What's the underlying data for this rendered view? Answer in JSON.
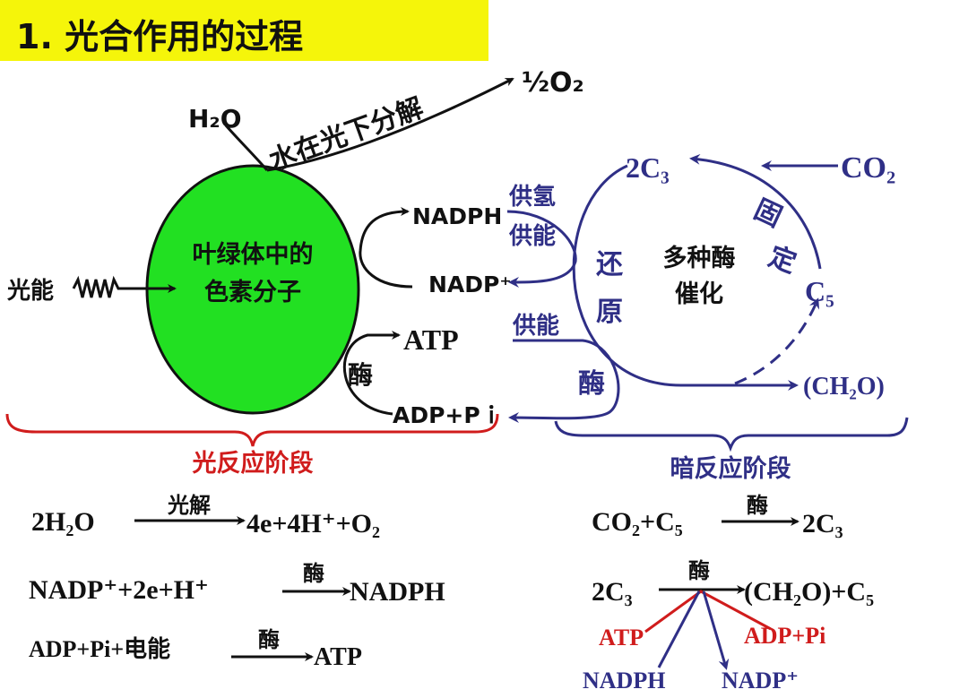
{
  "title": "1. 光合作用的过程",
  "colors": {
    "highlight": "#f5f50a",
    "pigment": "#22e022",
    "light_stage": "#d01c1c",
    "dark_stage": "#2f2f86"
  },
  "light_reaction": {
    "water": "H₂O",
    "photolysis_label": "水在光下分解",
    "oxygen": "½O₂",
    "light_energy": "光能",
    "pigment_line1": "叶绿体中的",
    "pigment_line2": "色素分子",
    "nadph": "NADPH",
    "nadp": "NADP⁺",
    "atp": "ATP",
    "enzyme": "酶",
    "adp_pi": "ADP+Pｉ"
  },
  "dark_reaction": {
    "supply_h": "供氢",
    "supply_energy1": "供能",
    "supply_energy2": "供能",
    "reduction1": "还",
    "reduction2": "原",
    "catalysis1": "多种酶",
    "catalysis2": "催化",
    "fixation1": "固",
    "fixation2": "定",
    "c3": "2C₃",
    "co2": "CO₂",
    "c5": "C₅",
    "ch2o": "(CH₂O)",
    "enzyme": "酶"
  },
  "stages": {
    "light": "光反应阶段",
    "dark": "暗反应阶段"
  },
  "equations": {
    "light": [
      {
        "left": "2H₂O",
        "condition": "光解",
        "right": "4e+4H⁺+O₂"
      },
      {
        "left": "NADP⁺+2e+H⁺",
        "condition": "酶",
        "right": "NADPH"
      },
      {
        "left": "ADP+Pi+电能",
        "condition": "酶",
        "right": "ATP"
      }
    ],
    "dark": [
      {
        "left": "CO₂+C₅",
        "condition": "酶",
        "right": "2C₃"
      },
      {
        "left": "2C₃",
        "condition": "酶",
        "right": "(CH₂O)+C₅"
      }
    ],
    "dark_inputs": {
      "atp": "ATP",
      "adp_pi": "ADP+Pi",
      "nadph": "NADPH",
      "nadp": "NADP⁺"
    }
  }
}
